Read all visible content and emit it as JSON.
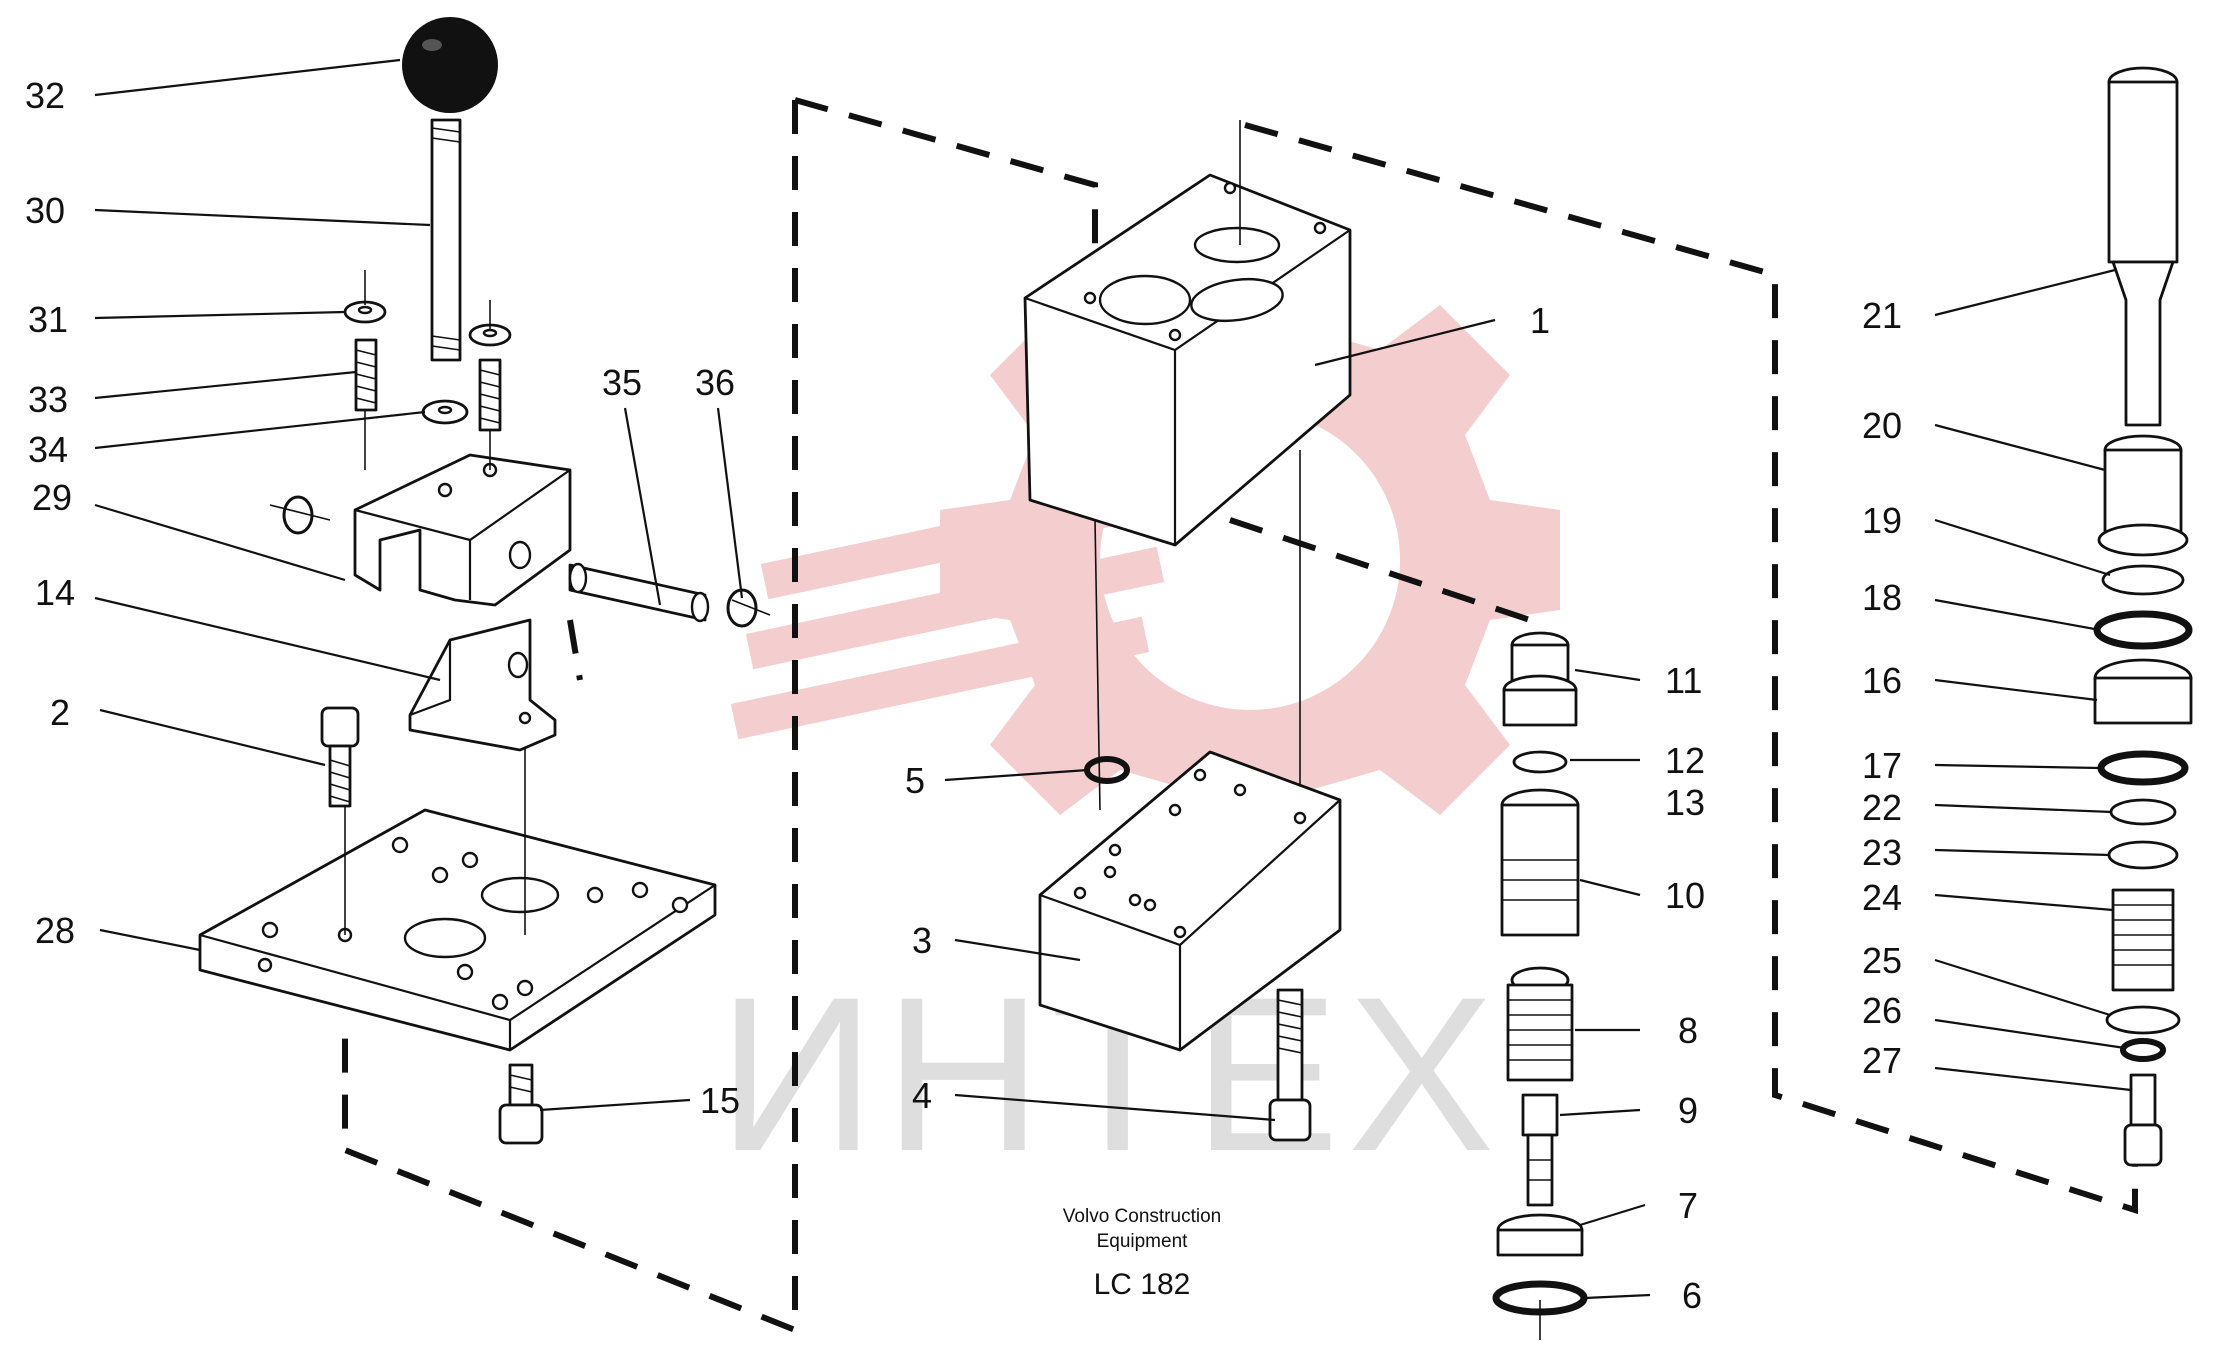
{
  "watermark": {
    "text": "ИНТЕХ",
    "gear_color": "#f3c4c6",
    "text_color": "#d9d9d9",
    "gear_icon": "gear-icon"
  },
  "caption": {
    "line1": "Volvo Construction",
    "line2": "Equipment",
    "code": "LC 182"
  },
  "parts": {
    "p1": "1",
    "p2": "2",
    "p3": "3",
    "p4": "4",
    "p5": "5",
    "p6": "6",
    "p7": "7",
    "p8": "8",
    "p9": "9",
    "p10": "10",
    "p11": "11",
    "p12": "12",
    "p13": "13",
    "p14": "14",
    "p15": "15",
    "p16": "16",
    "p17": "17",
    "p18": "18",
    "p19": "19",
    "p20": "20",
    "p21": "21",
    "p22": "22",
    "p23": "23",
    "p24": "24",
    "p25": "25",
    "p26": "26",
    "p27": "27",
    "p28": "28",
    "p29": "29",
    "p30": "30",
    "p31": "31",
    "p32": "32",
    "p33": "33",
    "p34": "34",
    "p35": "35",
    "p36": "36"
  }
}
